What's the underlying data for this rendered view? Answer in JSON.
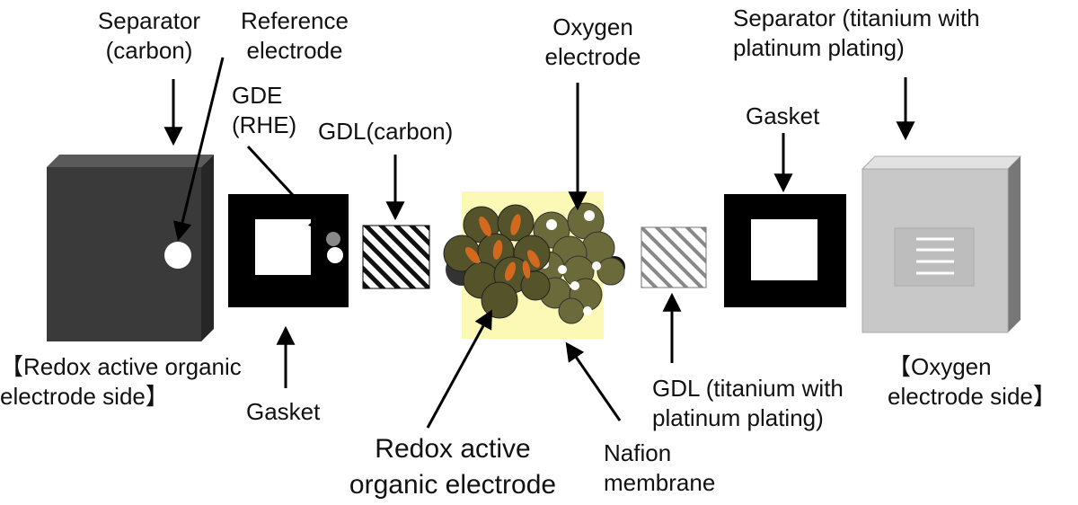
{
  "labels": {
    "separator_carbon": [
      "Separator",
      "(carbon)"
    ],
    "reference_electrode": [
      "Reference",
      "electrode"
    ],
    "gde_rhe": [
      "GDE",
      "(RHE)"
    ],
    "gdl_carbon": "GDL(carbon)",
    "oxygen_electrode": [
      "Oxygen",
      "electrode"
    ],
    "separator_titanium": [
      "Separator (titanium with",
      "platinum plating)"
    ],
    "gasket_right": "Gasket",
    "redox_side": [
      "【Redox active organic",
      "electrode side】"
    ],
    "gasket_left": "Gasket",
    "redox_electrode": [
      "Redox active",
      "organic electrode"
    ],
    "nafion": [
      "Nafion",
      "membrane"
    ],
    "gdl_titanium": [
      "GDL (titanium with",
      "platinum plating)"
    ],
    "oxygen_side": [
      "【Oxygen",
      "electrode side】"
    ]
  },
  "colors": {
    "separator_carbon": "#3a3a3a",
    "separator_titanium": "#c8c8c8",
    "gasket": "#000000",
    "particle_olive": "#5c5a2a",
    "particle_orange": "#d2691e",
    "membrane": "#fbf7a8"
  }
}
